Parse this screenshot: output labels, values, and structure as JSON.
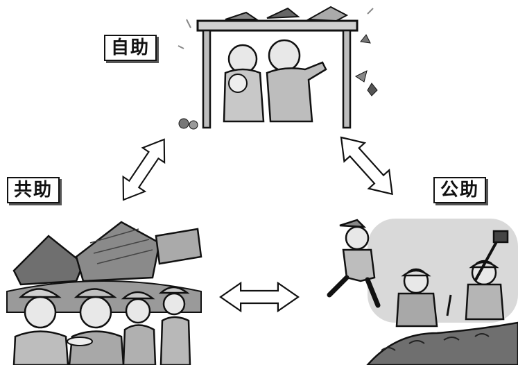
{
  "labels": {
    "self_help": "自助",
    "mutual_help": "共助",
    "public_help": "公助"
  },
  "icons": {
    "self_help_scene": "family-under-table-earthquake-icon",
    "mutual_help_scene": "neighbors-helping-collapsed-houses-icon",
    "public_help_scene": "rescue-workers-icon",
    "arrows": "double-headed-arrow-icon"
  },
  "colors": {
    "ink": "#111111",
    "gray": "#9a9a9a",
    "light": "#d9d9d9"
  }
}
